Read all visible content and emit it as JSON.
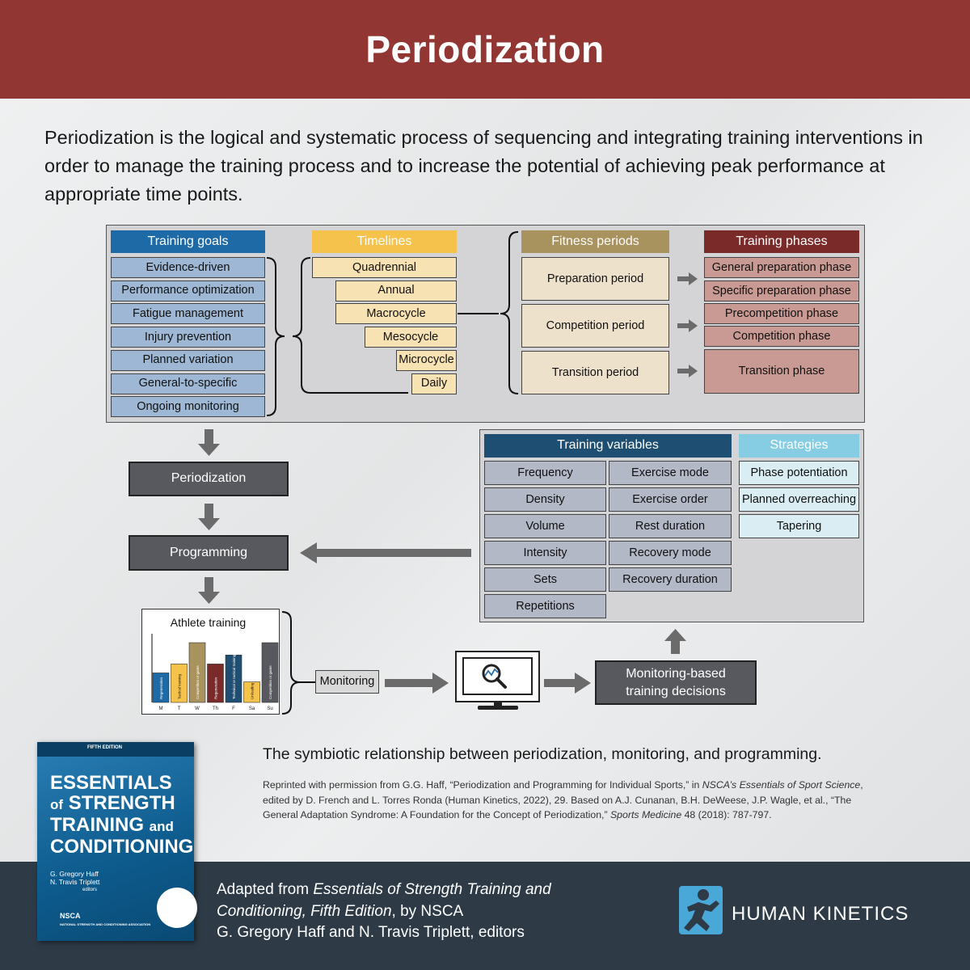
{
  "header": {
    "title": "Periodization"
  },
  "intro": "Periodization is the logical and systematic process of sequencing and integrating training interventions in order to manage the training process and to increase the potential of achieving peak performance at appropriate time points.",
  "colors": {
    "header_bg": "#923634",
    "training_goals": "#1d6aa6",
    "timelines": "#f5c24c",
    "fitness_periods": "#a8925e",
    "training_phases": "#7b2a2a",
    "training_variables": "#1e4e71",
    "strategies": "#86cde3",
    "footer_bg": "#2e3b47"
  },
  "diagram": {
    "training_goals": {
      "header": "Training goals",
      "items": [
        "Evidence-driven",
        "Performance optimization",
        "Fatigue management",
        "Injury prevention",
        "Planned variation",
        "General-to-specific",
        "Ongoing monitoring"
      ]
    },
    "timelines": {
      "header": "Timelines",
      "items": [
        "Quadrennial",
        "Annual",
        "Macrocycle",
        "Mesocycle",
        "Microcycle",
        "Daily"
      ]
    },
    "fitness_periods": {
      "header": "Fitness periods",
      "items": [
        "Preparation period",
        "Competition period",
        "Transition period"
      ]
    },
    "training_phases": {
      "header": "Training phases",
      "items": [
        "General preparation phase",
        "Specific preparation phase",
        "Precompetition phase",
        "Competition phase",
        "Transition phase"
      ]
    },
    "flow": {
      "periodization": "Periodization",
      "programming": "Programming",
      "monitoring": "Monitoring",
      "decisions": "Monitoring-based training decisions"
    },
    "training_variables": {
      "header": "Training variables",
      "col1": [
        "Frequency",
        "Density",
        "Volume",
        "Intensity",
        "Sets",
        "Repetitions"
      ],
      "col2": [
        "Exercise mode",
        "Exercise order",
        "Rest duration",
        "Recovery mode",
        "Recovery duration"
      ]
    },
    "strategies": {
      "header": "Strategies",
      "items": [
        "Phase potentiation",
        "Planned overreaching",
        "Tapering"
      ]
    },
    "athlete_training": {
      "title": "Athlete training",
      "days": [
        "M",
        "T",
        "W",
        "Th",
        "F",
        "Sa",
        "Su"
      ],
      "bars": [
        {
          "label": "Regeneration",
          "level": 0.43,
          "color": "#1d6aa6"
        },
        {
          "label": "Tactical training",
          "level": 0.56,
          "color": "#f5c24c"
        },
        {
          "label": "Competition or game",
          "level": 0.87,
          "color": "#a8925e"
        },
        {
          "label": "Regeneration",
          "level": 0.56,
          "color": "#7b2a2a"
        },
        {
          "label": "Technical or tactical training",
          "level": 0.69,
          "color": "#1e4e71"
        },
        {
          "label": "Unloading",
          "level": 0.3,
          "color": "#f5c24c"
        },
        {
          "label": "Competition or game",
          "level": 0.87,
          "color": "#58595e"
        }
      ]
    }
  },
  "caption": "The symbiotic relationship between periodization, monitoring, and programming.",
  "citation": {
    "part1": "Reprinted with permission from G.G. Haff, “Periodization and Programming for Individual Sports,” in ",
    "italic1": "NSCA’s Essentials of Sport Science",
    "part2": ", edited by D. French and L. Torres Ronda (Human Kinetics, 2022), 29. Based on A.J. Cunanan, B.H. DeWeese, J.P. Wagle, et al., “The General Adaptation Syndrome: A Foundation for the Concept of Periodization,” ",
    "italic2": "Sports Medicine",
    "part3": " 48 (2018): 787-797."
  },
  "book": {
    "edition": "FIFTH EDITION",
    "title_line1": "ESSENTIALS",
    "title_of": "of",
    "title_line2": "STRENGTH",
    "title_line3": "TRAINING",
    "title_and": "and",
    "title_line4": "CONDITIONING",
    "author1": "G. Gregory Haff",
    "author2": "N. Travis Triplett",
    "editors": "editors",
    "org_abbr": "NSCA",
    "org_name": "NATIONAL STRENGTH AND CONDITIONING ASSOCIATION"
  },
  "footer": {
    "line1_prefix": "Adapted from ",
    "line1_italic": "Essentials of Strength Training and",
    "line2_italic": "Conditioning, Fifth Edition",
    "line2_suffix": ", by NSCA",
    "line3": "G. Gregory Haff and N. Travis Triplett, editors",
    "brand": "HUMAN KINETICS"
  }
}
